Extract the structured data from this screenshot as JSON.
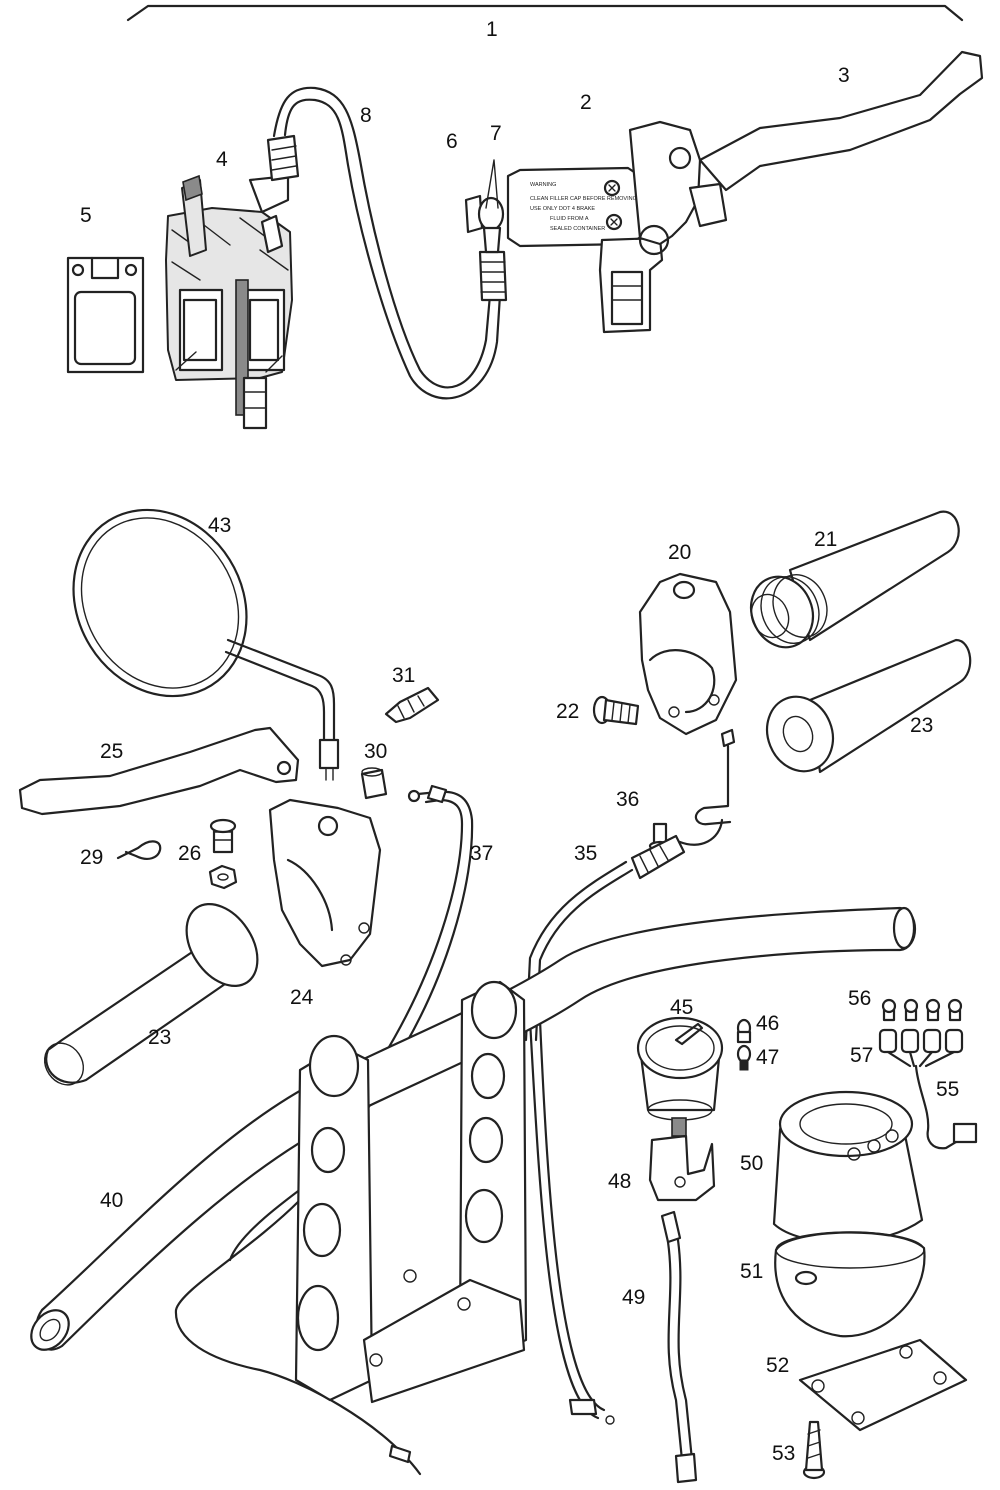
{
  "labels": {
    "n1": "1",
    "n2": "2",
    "n3": "3",
    "n4": "4",
    "n5": "5",
    "n6": "6",
    "n7": "7",
    "n8": "8",
    "n20": "20",
    "n21": "21",
    "n22": "22",
    "n23a": "23",
    "n23b": "23",
    "n24": "24",
    "n25": "25",
    "n26": "26",
    "n29": "29",
    "n30": "30",
    "n31": "31",
    "n35": "35",
    "n36": "36",
    "n37": "37",
    "n40": "40",
    "n43": "43",
    "n45": "45",
    "n46": "46",
    "n47": "47",
    "n48": "48",
    "n49": "49",
    "n50": "50",
    "n51": "51",
    "n52": "52",
    "n53": "53",
    "n55": "55",
    "n56": "56",
    "n57": "57"
  },
  "reservoir_warning": {
    "heading": "WARNING",
    "line1": "CLEAN FILLER CAP BEFORE REMOVING",
    "line2": "USE ONLY DOT 4 BRAKE",
    "line3": "FLUID FROM A",
    "line4": "SEALED CONTAINER"
  }
}
